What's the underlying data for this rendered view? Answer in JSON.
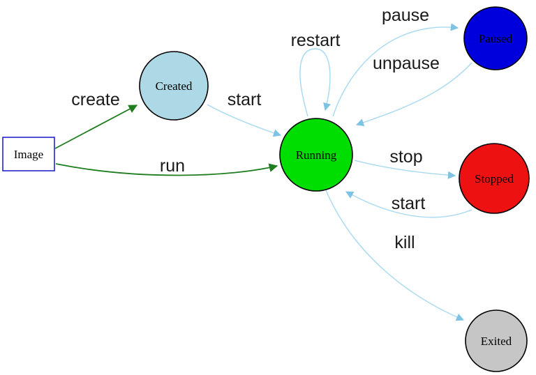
{
  "diagram": {
    "background": "#ffffff",
    "palette": {
      "light_blue_edge": "#a6d9f0",
      "light_blue_arrowhead": "#7cc3e4",
      "dark_green_edge": "#1e7d1e",
      "black_outline": "#000000",
      "image_box_border": "#2222cc"
    }
  },
  "nodes": {
    "image": {
      "label": "Image",
      "shape": "rect",
      "fill": "#ffffff",
      "border": "#2222cc"
    },
    "created": {
      "label": "Created",
      "shape": "circle",
      "fill": "#add8e6",
      "border": "#000000"
    },
    "running": {
      "label": "Running",
      "shape": "circle",
      "fill": "#00dd00",
      "border": "#000000"
    },
    "paused": {
      "label": "Paused",
      "shape": "circle",
      "fill": "#0000dd",
      "border": "#000000"
    },
    "stopped": {
      "label": "Stopped",
      "shape": "circle",
      "fill": "#ee1111",
      "border": "#000000"
    },
    "exited": {
      "label": "Exited",
      "shape": "circle",
      "fill": "#c6c6c6",
      "border": "#000000"
    }
  },
  "edges": [
    {
      "label": "create",
      "from": "Image",
      "to": "Created",
      "color": "#1e7d1e"
    },
    {
      "label": "run",
      "from": "Image",
      "to": "Running",
      "color": "#1e7d1e"
    },
    {
      "label": "start",
      "from": "Created",
      "to": "Running",
      "color": "#a6d9f0"
    },
    {
      "label": "restart",
      "from": "Running",
      "to": "Running",
      "color": "#a6d9f0"
    },
    {
      "label": "pause",
      "from": "Running",
      "to": "Paused",
      "color": "#a6d9f0"
    },
    {
      "label": "unpause",
      "from": "Paused",
      "to": "Running",
      "color": "#a6d9f0"
    },
    {
      "label": "stop",
      "from": "Running",
      "to": "Stopped",
      "color": "#a6d9f0"
    },
    {
      "label": "start",
      "from": "Stopped",
      "to": "Running",
      "color": "#a6d9f0"
    },
    {
      "label": "kill",
      "from": "Running",
      "to": "Exited",
      "color": "#a6d9f0"
    }
  ]
}
